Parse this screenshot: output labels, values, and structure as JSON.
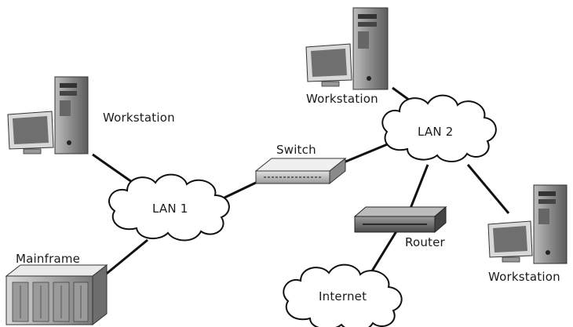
{
  "diagram": {
    "nodes": {
      "workstation_left": {
        "label": "Workstation",
        "kind": "workstation-icon"
      },
      "workstation_top": {
        "label": "Workstation",
        "kind": "workstation-icon"
      },
      "workstation_right": {
        "label": "Workstation",
        "kind": "workstation-icon"
      },
      "mainframe": {
        "label": "Mainframe",
        "kind": "mainframe-icon"
      },
      "switch": {
        "label": "Switch",
        "kind": "switch-icon"
      },
      "router": {
        "label": "Router",
        "kind": "router-icon"
      },
      "lan1": {
        "label": "LAN 1",
        "kind": "cloud-icon"
      },
      "lan2": {
        "label": "LAN 2",
        "kind": "cloud-icon"
      },
      "internet": {
        "label": "Internet",
        "kind": "cloud-icon"
      }
    },
    "links": [
      [
        "workstation_left",
        "lan1"
      ],
      [
        "mainframe",
        "lan1"
      ],
      [
        "lan1",
        "switch"
      ],
      [
        "switch",
        "lan2"
      ],
      [
        "workstation_top",
        "lan2"
      ],
      [
        "lan2",
        "router"
      ],
      [
        "lan2",
        "workstation_right"
      ],
      [
        "router",
        "internet"
      ]
    ]
  }
}
